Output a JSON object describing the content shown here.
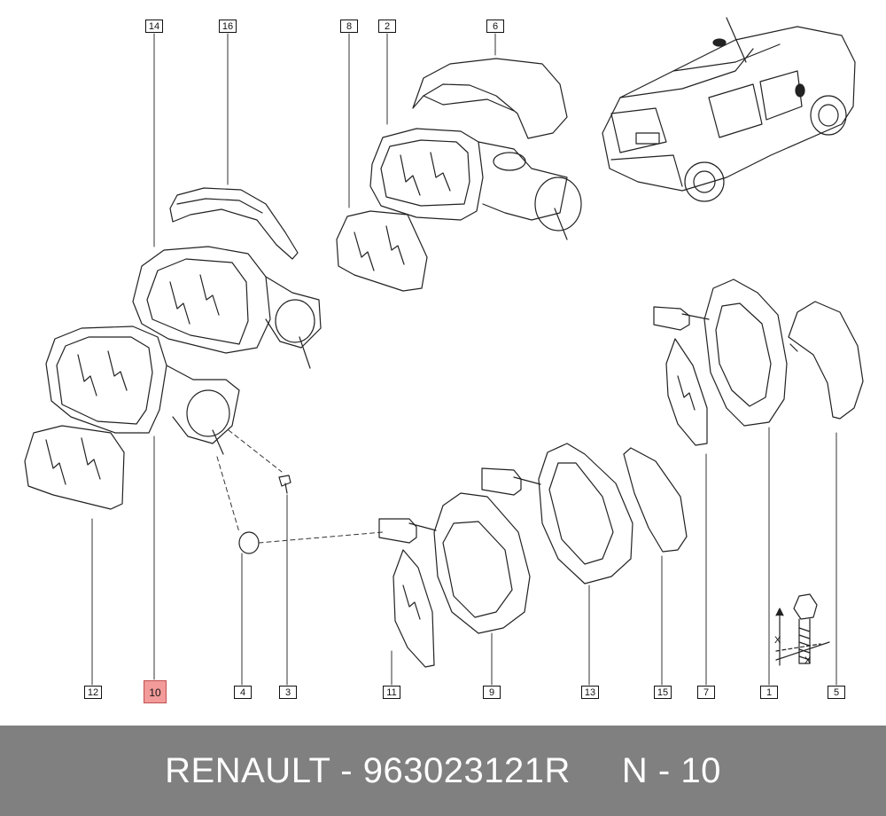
{
  "diagram": {
    "callouts": [
      "14",
      "16",
      "8",
      "2",
      "6",
      "12",
      "10",
      "4",
      "3",
      "11",
      "9",
      "13",
      "15",
      "7",
      "1",
      "5"
    ],
    "highlighted": "10",
    "dimension_label": "X",
    "highlight_color": "#f39a9a"
  },
  "footer": {
    "text": "RENAULT - 963023121R     N - 10",
    "background": "#808080"
  }
}
